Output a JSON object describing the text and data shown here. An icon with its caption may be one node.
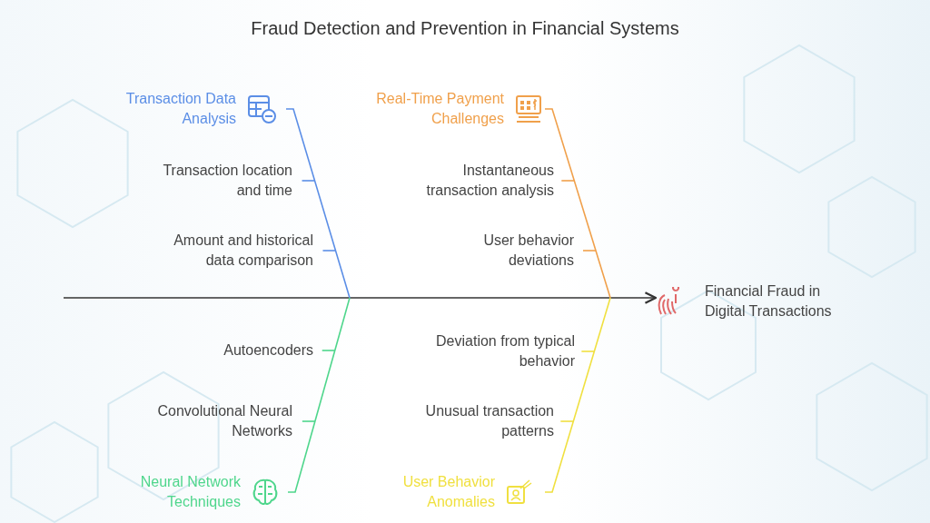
{
  "diagram": {
    "title": "Fraud Detection and Prevention in Financial Systems",
    "nodes": [
      {
        "text": [
          "Transaction Data Analysis"
        ]
      },
      {
        "text": [
          "Real-Time Payment Challenges"
        ]
      },
      {
        "text": [
          "Transaction location and time"
        ]
      },
      {
        "text": [
          "Amount and historical data comparison"
        ]
      },
      {
        "text": [
          "Instantaneous transaction analysis"
        ]
      },
      {
        "text": [
          "User behavior deviations"
        ]
      },
      {
        "text": [
          "Financial Fraud in Digital Transactions"
        ]
      },
      {
        "text": [
          "Autoencoders"
        ]
      },
      {
        "text": [
          "Convolutional Neural Networks"
        ]
      },
      {
        "text": [
          "Deviation from typical behavior"
        ]
      },
      {
        "text": [
          "Unusual transaction patterns"
        ]
      },
      {
        "text": [
          "Neural Network Techniques"
        ]
      },
      {
        "text": [
          "User Behavior Anomalies"
        ]
      }
    ],
    "edges": [
      {
        "from": null,
        "to": 6,
        "arrow": "to",
        "color": "#333333"
      },
      {
        "from": 0,
        "to": null,
        "arrow": "none",
        "color": "#5b8ee6"
      },
      {
        "from": 1,
        "to": null,
        "arrow": "none",
        "color": "#f0a04b"
      },
      {
        "from": 11,
        "to": null,
        "arrow": "none",
        "color": "#4fd68c"
      },
      {
        "from": 12,
        "to": null,
        "arrow": "none",
        "color": "#f0e040"
      },
      {
        "from": 2,
        "to": null,
        "arrow": "none",
        "color": "#5b8ee6"
      },
      {
        "from": 3,
        "to": null,
        "arrow": "none",
        "color": "#5b8ee6"
      },
      {
        "from": 4,
        "to": null,
        "arrow": "none",
        "color": "#f0a04b"
      },
      {
        "from": 5,
        "to": null,
        "arrow": "none",
        "color": "#f0a04b"
      },
      {
        "from": 7,
        "to": null,
        "arrow": "none",
        "color": "#4fd68c"
      },
      {
        "from": 8,
        "to": null,
        "arrow": "none",
        "color": "#4fd68c"
      },
      {
        "from": 9,
        "to": null,
        "arrow": "none",
        "color": "#f0e040"
      },
      {
        "from": 10,
        "to": null,
        "arrow": "none",
        "color": "#f0e040"
      }
    ]
  }
}
